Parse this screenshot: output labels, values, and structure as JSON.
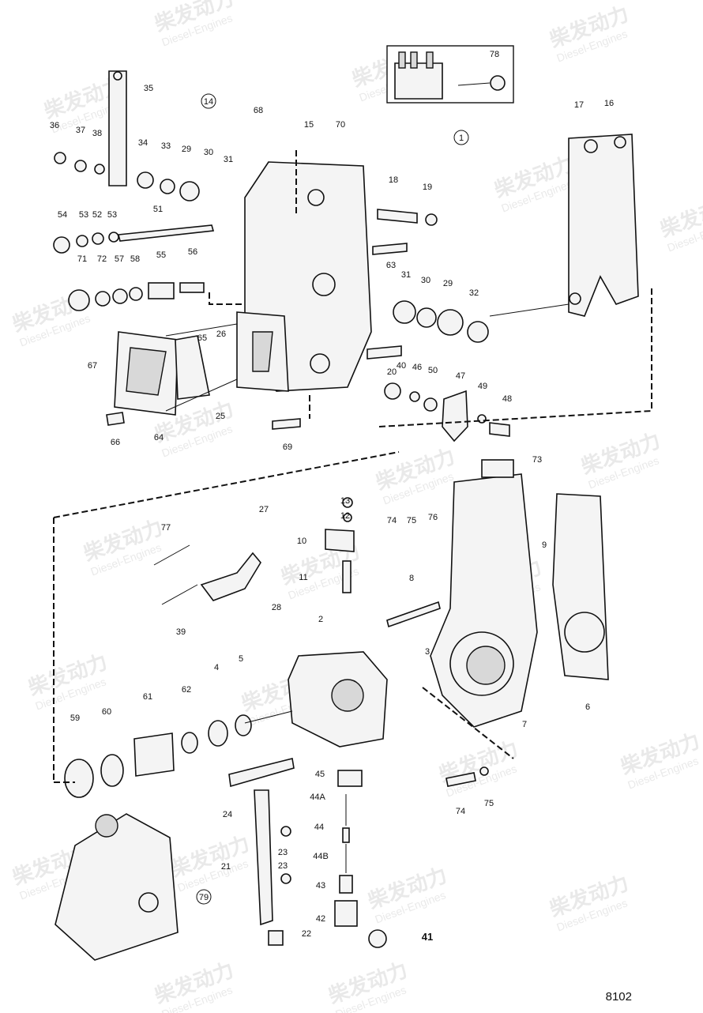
{
  "page_number": "8102",
  "watermark": {
    "brand": "柴发动力",
    "subtitle": "Diesel-Engines"
  },
  "circled_labels": [
    "14",
    "1",
    "79"
  ],
  "part_labels": [
    "78",
    "35",
    "68",
    "15",
    "70",
    "17",
    "16",
    "36",
    "37",
    "38",
    "34",
    "33",
    "29",
    "30",
    "31",
    "18",
    "19",
    "54",
    "53",
    "52",
    "53",
    "51",
    "63",
    "71",
    "72",
    "57",
    "58",
    "55",
    "56",
    "31",
    "30",
    "29",
    "32",
    "67",
    "65",
    "26",
    "25",
    "20",
    "40",
    "46",
    "50",
    "47",
    "49",
    "48",
    "66",
    "64",
    "69",
    "73",
    "13",
    "12",
    "27",
    "77",
    "10",
    "74",
    "75",
    "76",
    "9",
    "11",
    "8",
    "28",
    "39",
    "2",
    "3",
    "5",
    "4",
    "62",
    "61",
    "60",
    "59",
    "6",
    "7",
    "45",
    "44A",
    "44",
    "44B",
    "43",
    "42",
    "41",
    "24",
    "23",
    "23",
    "21",
    "22",
    "74",
    "75"
  ],
  "colors": {
    "ink": "#111111",
    "paper": "#ffffff",
    "watermark": "#cfcfcf"
  }
}
